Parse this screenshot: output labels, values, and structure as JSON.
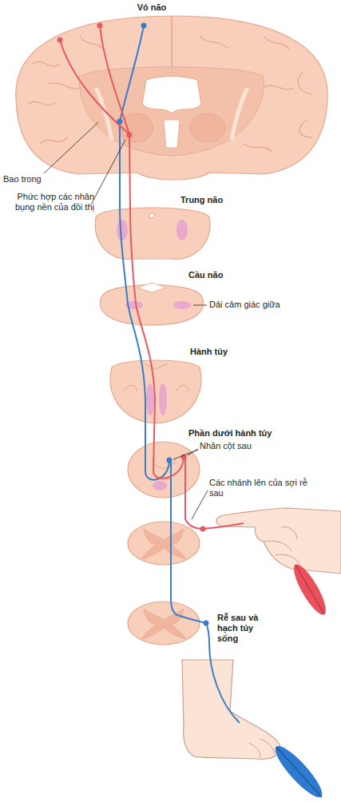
{
  "diagram": {
    "labels": [
      "Vỏ não",
      "Bao trong",
      "Phức hợp các nhân bụng nền của đồi thị",
      "Trung não",
      "Cầu não",
      "Dải cảm giác giữa",
      "Hành tủy",
      "Phần dưới hành tủy",
      "Nhân cột sau",
      "Các nhánh lên của sợi rễ sau",
      "Rễ sau và hạch tủy sống"
    ]
  }
}
